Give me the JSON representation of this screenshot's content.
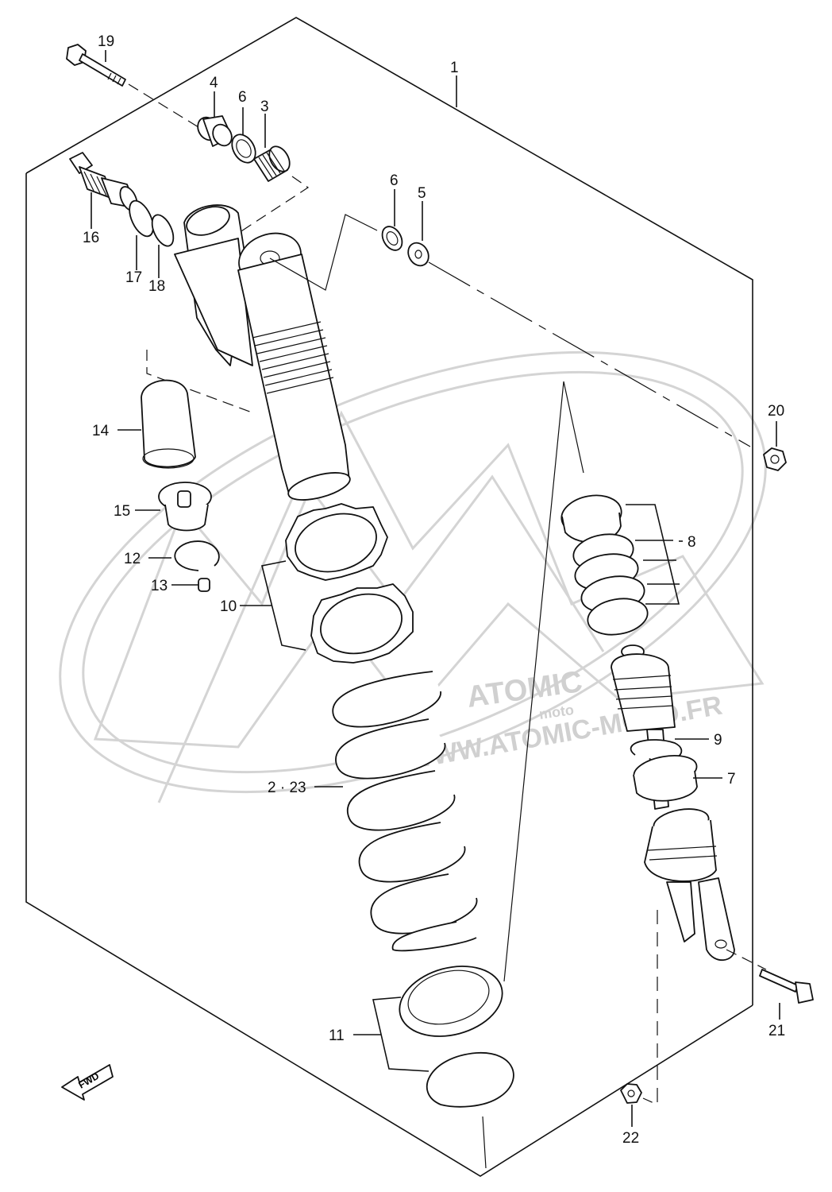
{
  "watermark": {
    "line1": "ATOMIC",
    "line1_sub": "moto",
    "line2": "WWW.ATOMIC-MOTO.FR",
    "color": "#d0d0d0"
  },
  "fwd_label": "FWD",
  "callouts": {
    "c1": "1",
    "c2_23": "2 · 23",
    "c3": "3",
    "c4": "4",
    "c5": "5",
    "c6a": "6",
    "c6b": "6",
    "c7": "7",
    "c8": "8",
    "c9": "9",
    "c10": "10",
    "c11": "11",
    "c12": "12",
    "c13": "13",
    "c14": "14",
    "c15": "15",
    "c16": "16",
    "c17": "17",
    "c18": "18",
    "c19": "19",
    "c20": "20",
    "c21": "21",
    "c22": "22"
  }
}
